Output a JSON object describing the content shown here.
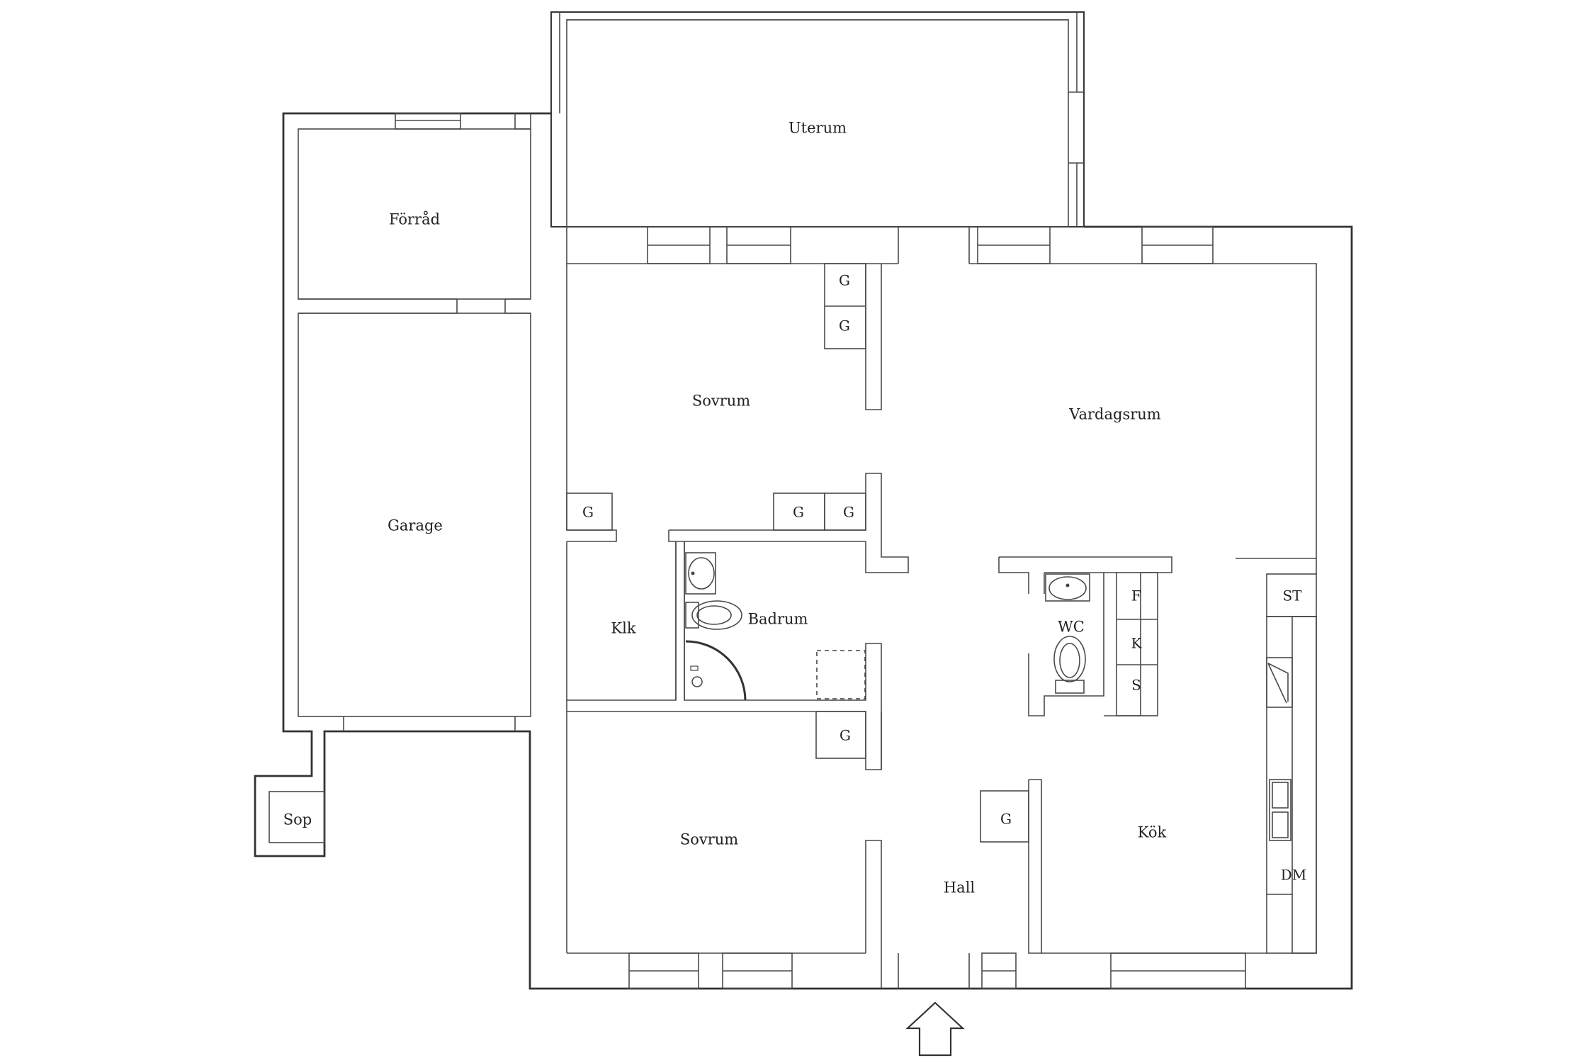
{
  "rooms": {
    "uterum": "Uterum",
    "forrad": "Förråd",
    "garage": "Garage",
    "sop": "Sop",
    "sovrum_top": "Sovrum",
    "vardagsrum": "Vardagsrum",
    "klk": "Klk",
    "badrum": "Badrum",
    "wc": "WC",
    "sovrum_bottom": "Sovrum",
    "hall": "Hall",
    "kok": "Kök"
  },
  "storage": {
    "garderob": "G",
    "frys": "F",
    "kyl": "K",
    "skap": "S",
    "st": "ST",
    "dm": "DM"
  },
  "icons": {
    "entrance": "entrance-arrow-icon"
  }
}
